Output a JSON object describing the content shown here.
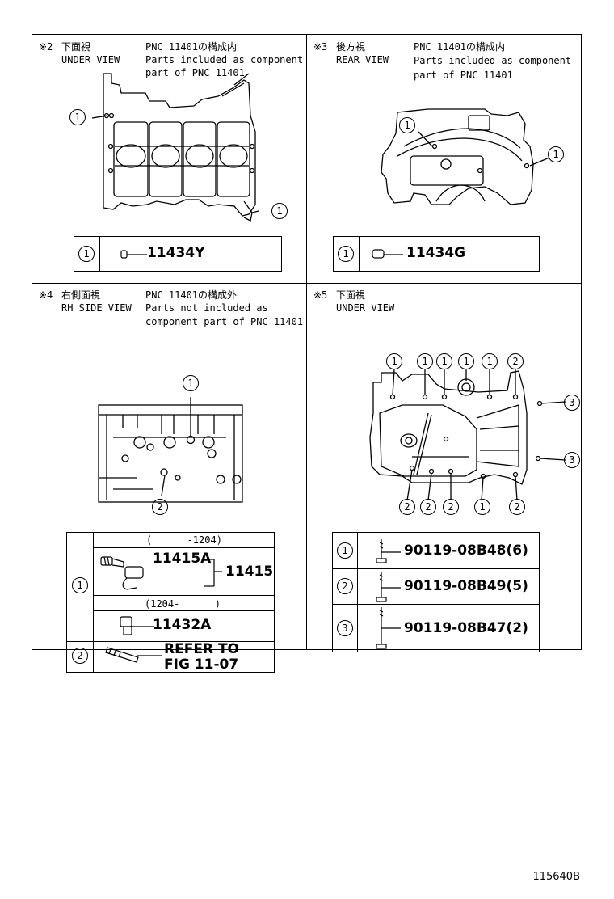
{
  "panels": {
    "p2": {
      "mark": "※2",
      "jp_title": "下面視",
      "en_title": "UNDER VIEW",
      "pnc_jp": "PNC 11401の構成内",
      "pnc_en1": "Parts included as component",
      "pnc_en2": "part of PNC 11401",
      "callouts": [
        "1",
        "1"
      ],
      "table": [
        {
          "ref": "1",
          "part": "11434Y"
        }
      ]
    },
    "p3": {
      "mark": "※3",
      "jp_title": "後方視",
      "en_title": "REAR VIEW",
      "pnc_jp": "PNC 11401の構成内",
      "pnc_en1": "Parts included as component",
      "pnc_en2": "part of PNC 11401",
      "callouts": [
        "1",
        "1"
      ],
      "table": [
        {
          "ref": "1",
          "part": "11434G"
        }
      ]
    },
    "p4": {
      "mark": "※4",
      "jp_title": "右側面視",
      "en_title": "RH SIDE VIEW",
      "pnc_jp": "PNC 11401の構成外",
      "pnc_en1": "Parts not included as",
      "pnc_en2": "component part of PNC 11401",
      "callouts": [
        "1",
        "2"
      ],
      "table": {
        "row1_ref": "1",
        "range1": "(      -1204)",
        "part1": "11415A",
        "group": "11415",
        "range2": "(1204-      )",
        "part2": "11432A",
        "row2_ref": "2",
        "refer1": "REFER TO",
        "refer2": "FIG 11-07"
      }
    },
    "p5": {
      "mark": "※5",
      "jp_title": "下面視",
      "en_title": "UNDER VIEW",
      "callouts_top": [
        "1",
        "1",
        "1",
        "1",
        "1",
        "2"
      ],
      "callouts_right": [
        "3",
        "3"
      ],
      "callouts_bottom": [
        "2",
        "2",
        "2",
        "1",
        "2"
      ],
      "table": [
        {
          "ref": "1",
          "part": "90119-08B48(6)"
        },
        {
          "ref": "2",
          "part": "90119-08B49(5)"
        },
        {
          "ref": "3",
          "part": "90119-08B47(2)"
        }
      ]
    }
  },
  "figure_id": "115640B"
}
